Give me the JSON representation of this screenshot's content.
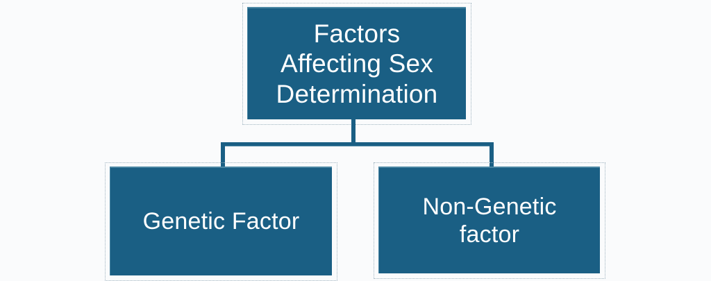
{
  "diagram": {
    "type": "hierarchy-flowchart",
    "title": "Factors Affecting Sex Determination",
    "background_color": "#fafbfc",
    "node_fill_color": "#1a5f84",
    "node_text_color": "#ffffff",
    "connector_color": "#1a5f84",
    "root": {
      "id": "root",
      "label": "Factors\nAffecting Sex\nDetermination",
      "lines": [
        "Factors",
        "Affecting Sex",
        "Determination"
      ]
    },
    "children": [
      {
        "id": "genetic",
        "label": "Genetic Factor",
        "lines": [
          "Genetic Factor"
        ]
      },
      {
        "id": "nongenetic",
        "label": "Non-Genetic\nfactor",
        "lines": [
          "Non-Genetic",
          "factor"
        ]
      }
    ],
    "connectors": [
      {
        "id": "stem",
        "from": "root",
        "orientation": "vertical"
      },
      {
        "id": "bar",
        "from": "root",
        "orientation": "horizontal"
      },
      {
        "id": "drop-left",
        "to": "genetic",
        "orientation": "vertical"
      },
      {
        "id": "drop-right",
        "to": "nongenetic",
        "orientation": "vertical"
      }
    ]
  }
}
